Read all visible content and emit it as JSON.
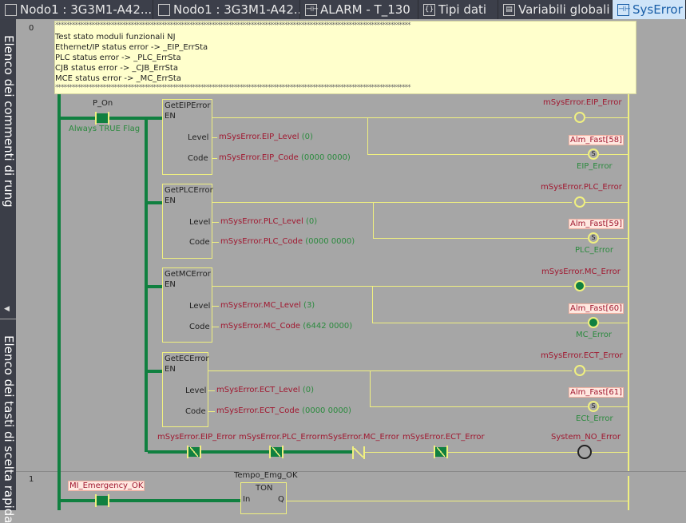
{
  "tabs": [
    {
      "label": "Nodo1 : 3G3M1-A42...",
      "icon": "grid-icon"
    },
    {
      "label": "Nodo1 : 3G3M1-A42...",
      "icon": "grid-icon"
    },
    {
      "label": "ALARM - T_130",
      "icon": "ladder-icon"
    },
    {
      "label": "Tipi dati",
      "icon": "datatype-icon"
    },
    {
      "label": "Variabili globali",
      "icon": "table-icon"
    },
    {
      "label": "SysError -",
      "icon": "ladder-icon"
    }
  ],
  "side_panels": {
    "top": "Elenco dei commenti di rung",
    "bottom": "Elenco dei tasti di scelta rapida"
  },
  "rungs": [
    {
      "number": "0"
    },
    {
      "number": "1"
    }
  ],
  "comment": {
    "stars": "*******************************************************************************************************************************",
    "lines": [
      "Test stato moduli funzionali NJ",
      "Ethernet/IP status error -> _EIP_ErrSta",
      "PLC status error -> _PLC_ErrSta",
      "CJB status error -> _CJB_ErrSta",
      "MCE status error -> _MC_ErrSta"
    ]
  },
  "p_on": {
    "name": "P_On",
    "comment": "Always TRUE Flag"
  },
  "blocks": [
    {
      "name": "GetEIPError",
      "en": "EN",
      "level_pin": "Level",
      "code_pin": "Code",
      "level_var": "mSysError.EIP_Level",
      "level_val": "(0)",
      "code_var": "mSysError.EIP_Code",
      "code_val": "(0000 0000)",
      "coil_var": "mSysError.EIP_Error",
      "set_var": "Alm_Fast[58]",
      "set_name": "EIP_Error"
    },
    {
      "name": "GetPLCError",
      "en": "EN",
      "level_pin": "Level",
      "code_pin": "Code",
      "level_var": "mSysError.PLC_Level",
      "level_val": "(0)",
      "code_var": "mSysError.PLC_Code",
      "code_val": "(0000 0000)",
      "coil_var": "mSysError.PLC_Error",
      "set_var": "Alm_Fast[59]",
      "set_name": "PLC_Error"
    },
    {
      "name": "GetMCError",
      "en": "EN",
      "level_pin": "Level",
      "code_pin": "Code",
      "level_var": "mSysError.MC_Level",
      "level_val": "(3)",
      "code_var": "mSysError.MC_Code",
      "code_val": "(6442 0000)",
      "coil_var": "mSysError.MC_Error",
      "set_var": "Alm_Fast[60]",
      "set_name": "MC_Error"
    },
    {
      "name": "GetECError",
      "en": "EN",
      "level_pin": "Level",
      "code_pin": "Code",
      "level_var": "mSysError.ECT_Level",
      "level_val": "(0)",
      "code_var": "mSysError.ECT_Code",
      "code_val": "(0000 0000)",
      "coil_var": "mSysError.ECT_Error",
      "set_var": "Alm_Fast[61]",
      "set_name": "ECt_Error"
    }
  ],
  "set_symbol": "S",
  "contacts": [
    "mSysError.EIP_Error",
    "mSysError.PLC_Error",
    "mSysError.MC_Error",
    "mSysError.ECT_Error"
  ],
  "output_coil": "System_NO_Error",
  "rung1": {
    "contact": "MI_Emergency_OK",
    "timer_instance": "Tempo_Emg_OK",
    "timer_type": "TON",
    "pin_in": "In",
    "pin_q": "Q"
  }
}
